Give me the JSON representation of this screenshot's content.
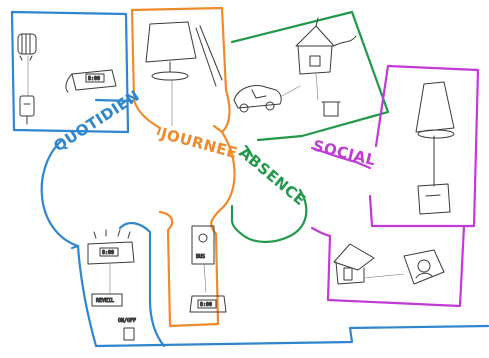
{
  "labels": {
    "quotidien": "QUOTIDIEN",
    "journee": "JOURNEE",
    "absence": "ABSENCE",
    "social": "SOCIAL"
  },
  "device_text": {
    "clock_top": "8:00",
    "clock_middle": "8:00",
    "clock_bottom": "8:00",
    "reveil": "REVEIL",
    "on_off": "ON/OFF",
    "bus": "BUS"
  },
  "colors": {
    "quotidien": "#2f86cf",
    "journee": "#ef8a2a",
    "absence": "#21984a",
    "social": "#c13ad6"
  }
}
